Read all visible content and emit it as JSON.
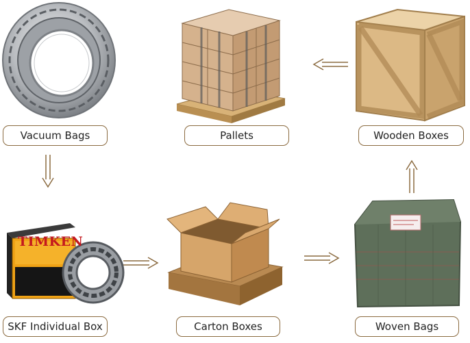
{
  "steps": [
    {
      "id": "vacuum",
      "label": "Vacuum Bags"
    },
    {
      "id": "pallets",
      "label": "Pallets"
    },
    {
      "id": "wooden",
      "label": "Wooden Boxes"
    },
    {
      "id": "skf",
      "label": "SKF Individual Box"
    },
    {
      "id": "carton",
      "label": "Carton Boxes"
    },
    {
      "id": "woven",
      "label": "Woven Bags"
    }
  ],
  "box_brand": "TIMKEN",
  "colors": {
    "border": "#8a6a3f",
    "arrow": "#8a6a3f",
    "wood": "#dcb985",
    "cardboard": "#c9985f",
    "woven": "#5e6f5a"
  }
}
